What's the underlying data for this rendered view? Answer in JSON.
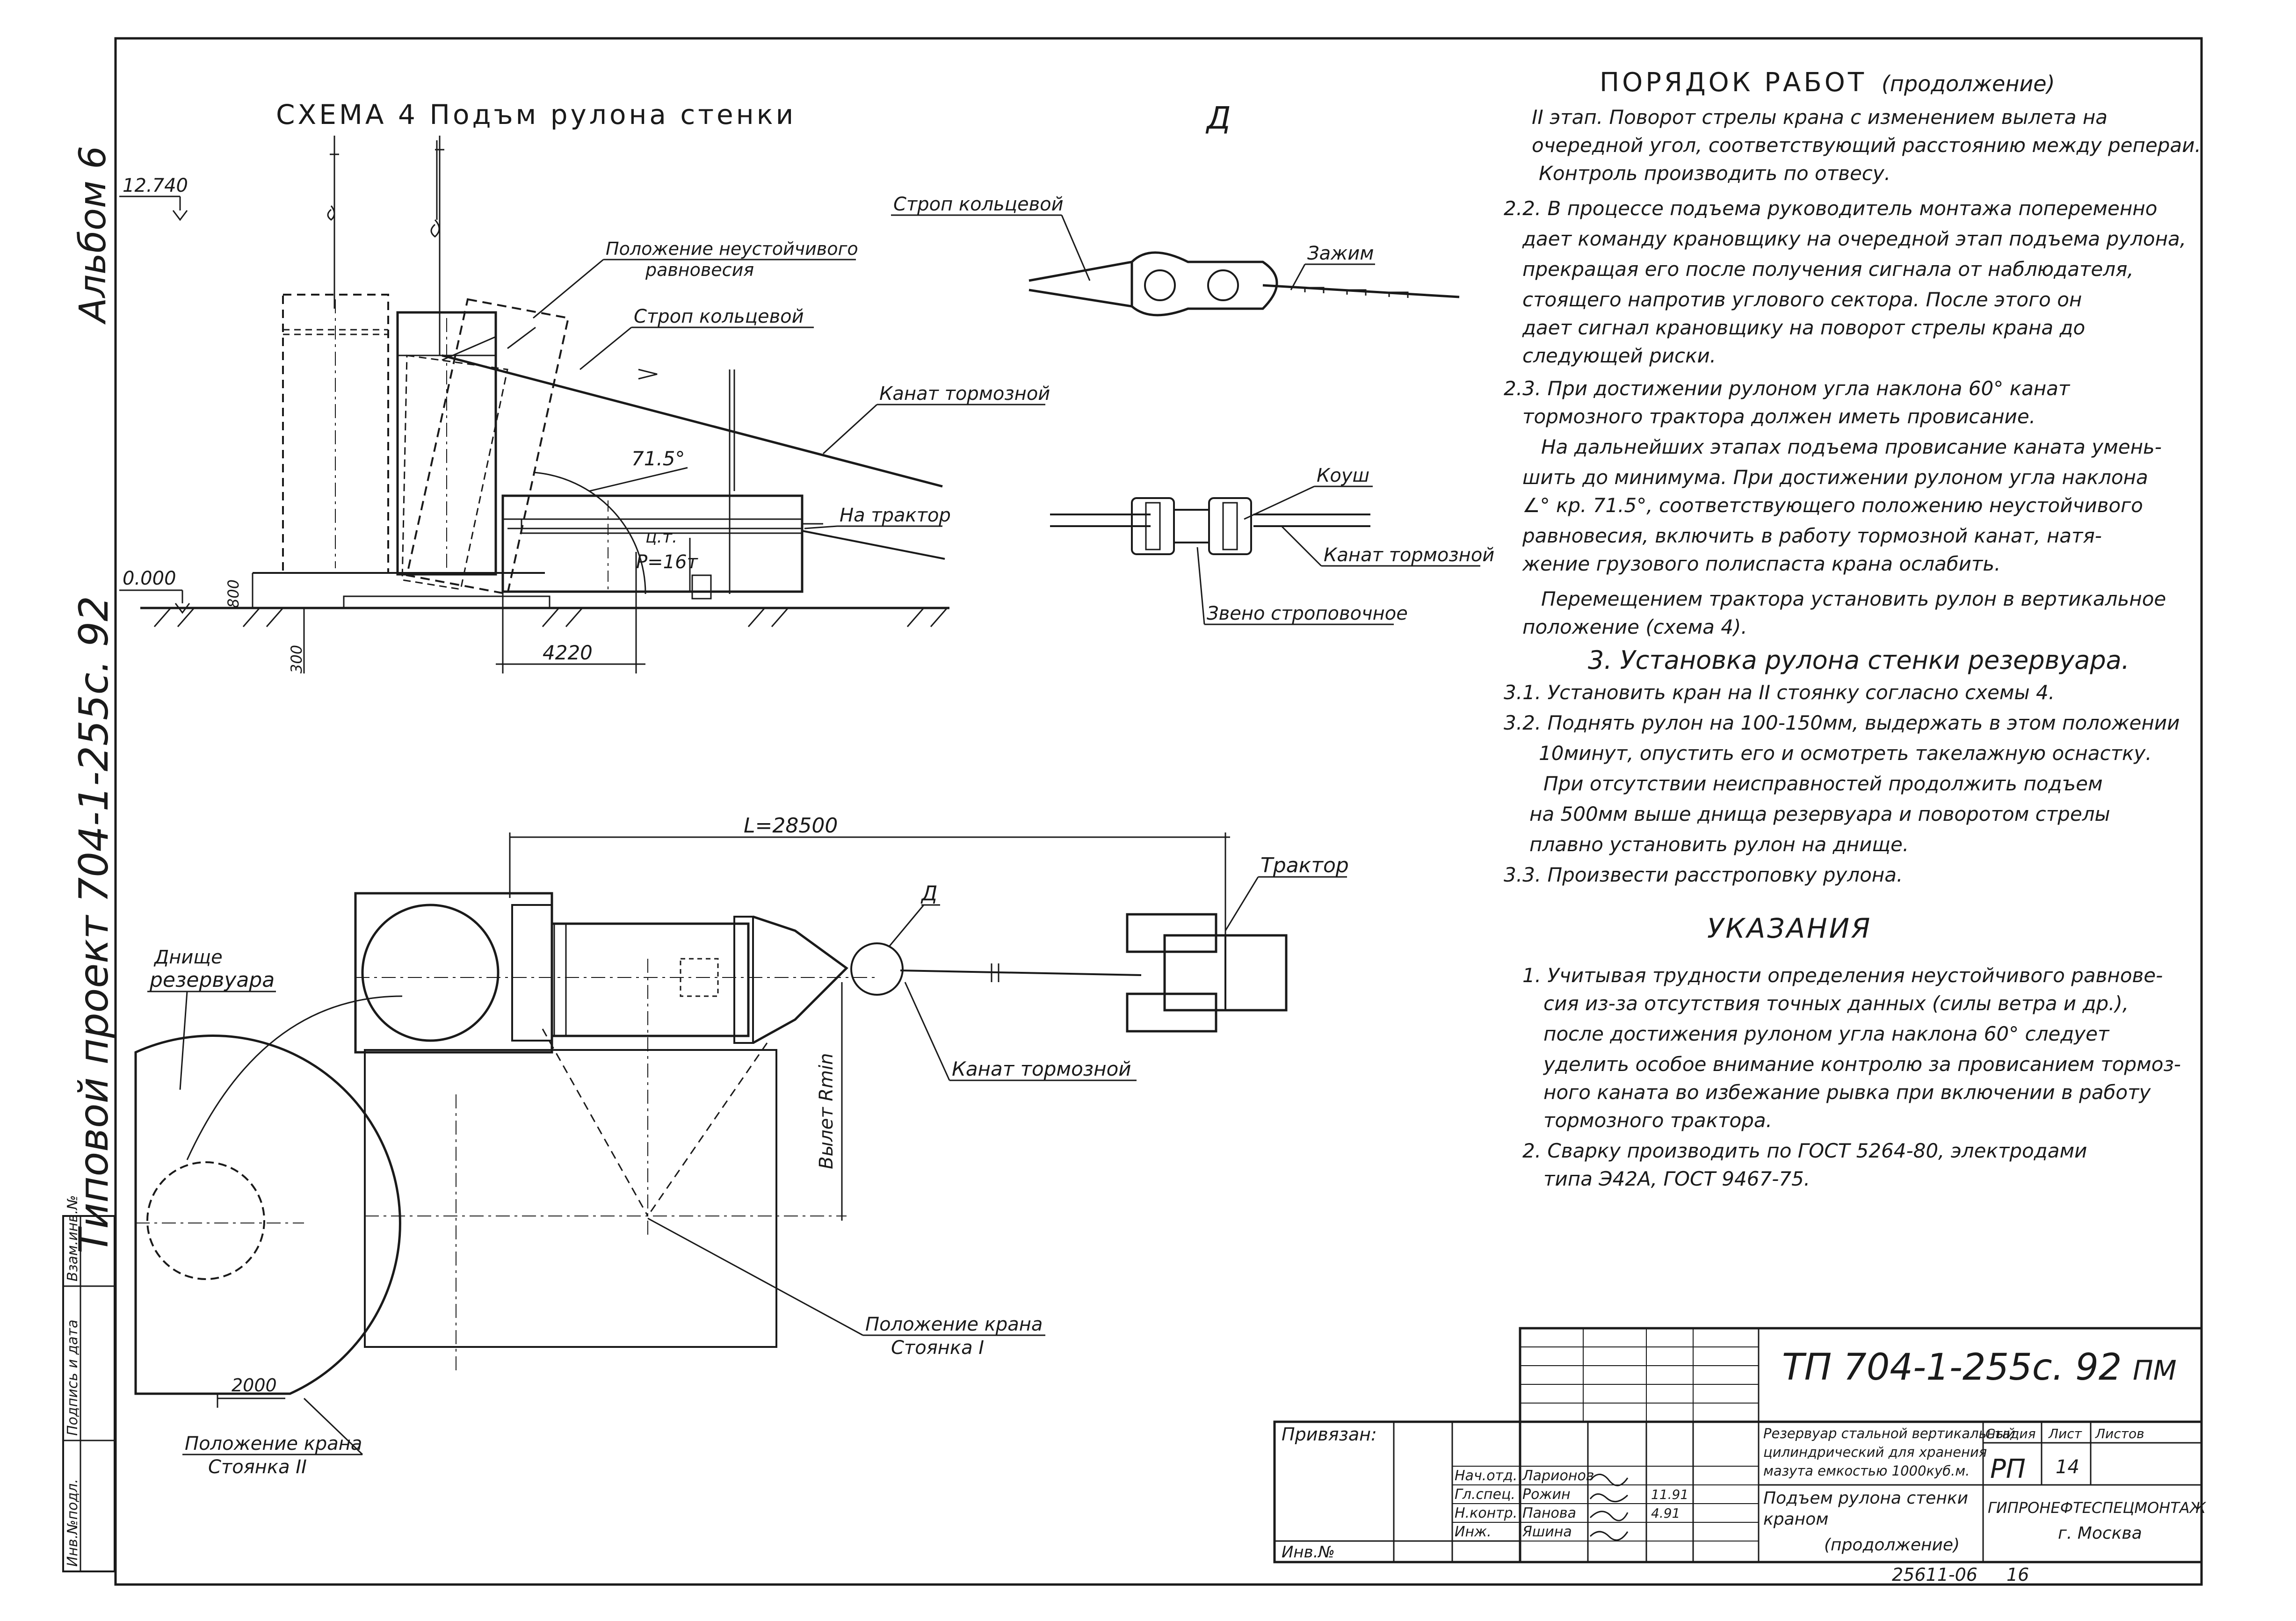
{
  "sheet": {
    "album": "Альбом 6",
    "project": "Типовой проект 704-1-255с. 92",
    "doc_code": "ТП 704-1-255с. 92",
    "doc_mark": "ПМ",
    "archive_no": "25611-06",
    "archive_sheet": "16",
    "left_stamp": [
      "Инв.№подл.",
      "Подпись и дата",
      "Взам.инв.№"
    ]
  },
  "scheme": {
    "title": "СХЕМА 4  Подъм рулона стенки",
    "detail_letter": "Д",
    "labels": {
      "elev_top": "12.740",
      "elev_zero": "0.000",
      "dim_800": "800",
      "dim_300": "300",
      "dim_4220": "4220",
      "angle": "71.5°",
      "c_g": "ц.т.",
      "load": "P=16т",
      "unstable": [
        "Положение неустойчивого",
        "равновесия"
      ],
      "ring_sling": "Строп кольцевой",
      "brake_rope": "Канат тормозной",
      "to_tractor": "На трактор"
    }
  },
  "detail": {
    "ring_sling": "Строп кольцевой",
    "clamp": "Зажим",
    "thimble": "Коуш",
    "brake_rope": "Канат тормозной",
    "sling_link": "Звено строповочное"
  },
  "plan": {
    "dim_L": "L=28500",
    "detail_ref": "Д",
    "tractor": "Трактор",
    "tank_bottom": [
      "Днище",
      "резервуара"
    ],
    "reach": "Вылет Rmin",
    "brake_rope": "Канат тормозной",
    "dim_2000": "2000",
    "crane_pos_1": [
      "Положение крана",
      "Стоянка I"
    ],
    "crane_pos_2": [
      "Положение крана",
      "Стоянка II"
    ]
  },
  "notes": {
    "title": "ПОРЯДОК РАБОТ",
    "title_suffix": "(продолжение)",
    "lines": [
      "II этап. Поворот стрелы крана с изменением вылета на",
      "очередной угол, соответствующий расстоянию между репераи.",
      "Контроль производить по отвесу.",
      "2.2. В процессе подъема руководитель монтажа попеременно",
      "дает команду крановщику на очередной этап подъема рулона,",
      "прекращая его после получения сигнала от наблюдателя,",
      "стоящего напротив углового сектора. После этого он",
      "дает сигнал крановщику на поворот стрелы крана до",
      "следующей риски.",
      "2.3. При достижении рулоном угла наклона 60° канат",
      "тормозного трактора должен иметь провисание.",
      "На дальнейших этапах подъема провисание каната умень-",
      "шить до минимума. При достижении рулоном угла наклона",
      "∠° кр. 71.5°, соответствующего положению неустойчивого",
      "равновесия, включить в работу тормозной канат, натя-",
      "жение грузового полиспаста крана ослабить.",
      "Перемещением трактора установить рулон в вертикальное",
      "положение (схема 4)."
    ],
    "section3_title": "3. Установка рулона стенки резервуара.",
    "section3_lines": [
      "3.1. Установить кран на II стоянку согласно схемы 4.",
      "3.2. Поднять рулон на 100-150мм, выдержать в этом положении",
      "10минут, опустить его и осмотреть такелажную оснастку.",
      "При отсутствии неисправностей продолжить подъем",
      "на 500мм выше днища резервуара и поворотом стрелы",
      "плавно установить рулон на днище.",
      "3.3. Произвести расстроповку рулона."
    ],
    "instr_title": "УКАЗАНИЯ",
    "instr_lines": [
      "1. Учитывая трудности определения неустойчивого равнове-",
      "сия из-за отсутствия точных данных (силы ветра и др.),",
      "после достижения рулоном угла наклона 60° следует",
      "уделить особое внимание контролю за провисанием тормоз-",
      "ного каната во избежание рывка при включении в работу",
      "тормозного трактора.",
      "2. Сварку производить по ГОСТ 5264-80, электродами",
      "типа Э42А, ГОСТ 9467-75."
    ]
  },
  "title_block": {
    "privyazan": "Привязан:",
    "inv_no": "Инв.№",
    "roles": [
      "Нач.отд.",
      "Гл.спец.",
      "Н.контр.",
      "Инж."
    ],
    "names": [
      "Ларионов",
      "Рожин",
      "Панова",
      "Яшина"
    ],
    "dates": [
      "",
      "11.91",
      "4.91",
      ""
    ],
    "object": [
      "Резервуар стальной вертикальный",
      "цилиндрический для хранения",
      "мазута емкостью 1000куб.м."
    ],
    "sheet_title": [
      "Подъем рулона стенки",
      "краном",
      "(продолжение)"
    ],
    "stage_label": "Стадия",
    "sheet_label": "Лист",
    "sheets_label": "Листов",
    "stage": "РП",
    "sheet_no": "14",
    "org": "ГИПРОНЕФТЕСПЕЦМОНТАЖ",
    "city": "г. Москва"
  }
}
